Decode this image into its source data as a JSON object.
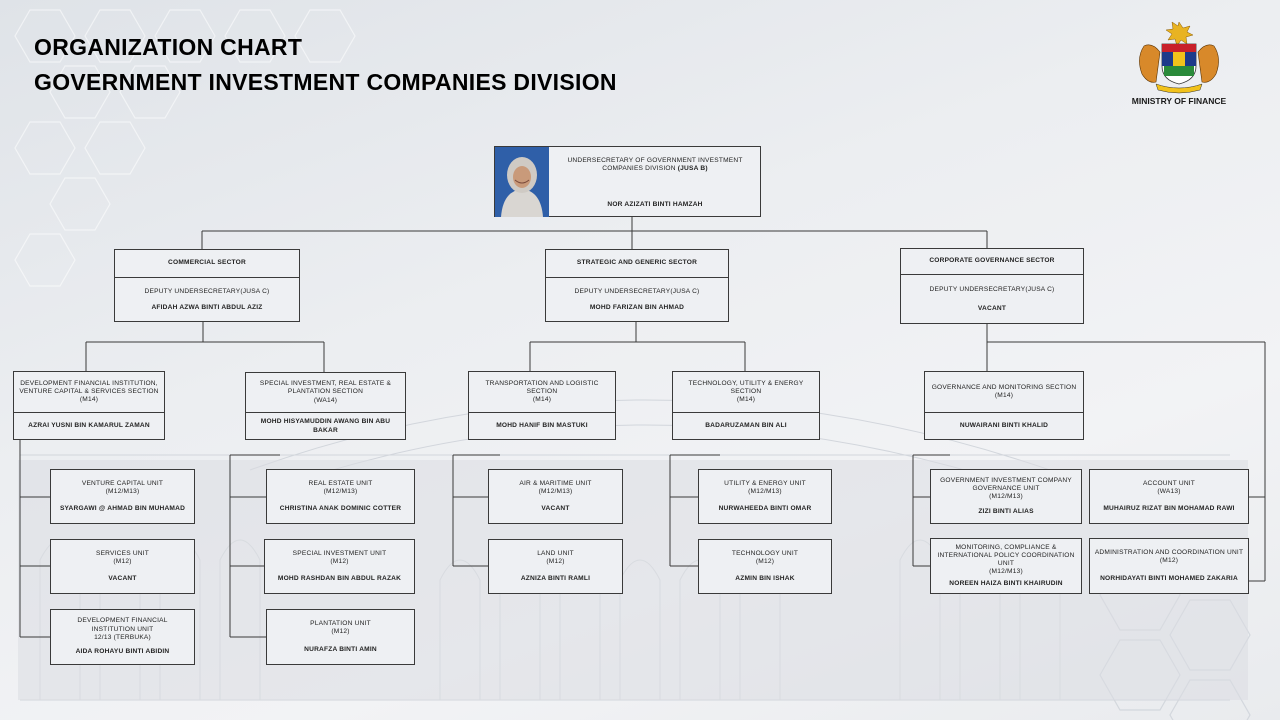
{
  "header": {
    "title_line1": "ORGANIZATION CHART",
    "title_line2": "GOVERNMENT INVESTMENT COMPANIES DIVISION",
    "ministry": "MINISTRY OF FINANCE"
  },
  "colors": {
    "box_border": "#3a3a3a",
    "box_fill": "#eef0f3",
    "photo_bg": "#2f5fa8"
  },
  "top": {
    "title": "UNDERSECRETARY OF GOVERNMENT INVESTMENT COMPANIES DIVISION",
    "grade": "(JUSA B)",
    "holder": "NOR AZIZATI BINTI HAMZAH"
  },
  "sectors": {
    "commercial": {
      "name": "COMMERCIAL SECTOR",
      "role": "DEPUTY UNDERSECRETARY",
      "grade": "(JUSA C)",
      "holder": "AFIDAH AZWA BINTI ABDUL AZIZ"
    },
    "strategic": {
      "name": "STRATEGIC AND GENERIC SECTOR",
      "role": "DEPUTY UNDERSECRETARY",
      "grade": "(JUSA C)",
      "holder": "MOHD FARIZAN BIN AHMAD"
    },
    "corporate": {
      "name": "CORPORATE GOVERNANCE SECTOR",
      "role": "DEPUTY UNDERSECRETARY",
      "grade": "(JUSA C)",
      "holder": "VACANT"
    }
  },
  "sections": {
    "dfi": {
      "title": "DEVELOPMENT FINANCIAL INSTITUTION, VENTURE CAPITAL & SERVICES SECTION",
      "grade": "(M14)",
      "holder": "AZRAI YUSNI BIN KAMARUL ZAMAN"
    },
    "special": {
      "title": "SPECIAL INVESTMENT, REAL ESTATE & PLANTATION SECTION",
      "grade": "(WA14)",
      "holder": "MOHD HISYAMUDDIN AWANG BIN ABU BAKAR"
    },
    "transport": {
      "title": "TRANSPORTATION AND LOGISTIC SECTION",
      "grade": "(M14)",
      "holder": "MOHD HANIF BIN MASTUKI"
    },
    "technology": {
      "title": "TECHNOLOGY, UTILITY & ENERGY SECTION",
      "grade": "(M14)",
      "holder": "BADARUZAMAN BIN ALI"
    },
    "governance": {
      "title": "GOVERNANCE AND MONITORING SECTION",
      "grade": "(M14)",
      "holder": "NUWAIRANI BINTI KHALID"
    }
  },
  "units": {
    "venture": {
      "title": "VENTURE CAPITAL UNIT",
      "grade": "(M12/M13)",
      "holder": "SYARGAWI @ AHMAD BIN MUHAMAD"
    },
    "services": {
      "title": "SERVICES UNIT",
      "grade": "(M12)",
      "holder": "VACANT"
    },
    "dfi_unit": {
      "title": "DEVELOPMENT FINANCIAL INSTITUTION UNIT",
      "grade": "12/13 (TERBUKA)",
      "holder": "AIDA ROHAYU BINTI ABIDIN"
    },
    "real_estate": {
      "title": "REAL ESTATE UNIT",
      "grade": "(M12/M13)",
      "holder": "CHRISTINA ANAK DOMINIC COTTER"
    },
    "special_inv": {
      "title": "SPECIAL INVESTMENT UNIT",
      "grade": "(M12)",
      "holder": "MOHD RASHDAN BIN ABDUL RAZAK"
    },
    "plantation": {
      "title": "PLANTATION UNIT",
      "grade": "(M12)",
      "holder": "NURAFZA BINTI AMIN"
    },
    "air": {
      "title": "AIR & MARITIME UNIT",
      "grade": "(M12/M13)",
      "holder": "VACANT"
    },
    "land": {
      "title": "LAND UNIT",
      "grade": "(M12)",
      "holder": "AZNIZA BINTI RAMLI"
    },
    "utility": {
      "title": "UTILITY & ENERGY UNIT",
      "grade": "(M12/M13)",
      "holder": "NURWAHEEDA BINTI OMAR"
    },
    "tech_unit": {
      "title": "TECHNOLOGY UNIT",
      "grade": "(M12)",
      "holder": "AZMIN BIN ISHAK"
    },
    "gic_gov": {
      "title": "GOVERNMENT INVESTMENT COMPANY GOVERNANCE UNIT",
      "grade": "(M12/M13)",
      "holder": "ZIZI BINTI ALIAS"
    },
    "monitoring": {
      "title": "MONITORING, COMPLIANCE & INTERNATIONAL POLICY COORDINATION UNIT",
      "grade": "(M12/M13)",
      "holder": "NOREEN HAIZA BINTI KHAIRUDIN"
    },
    "account": {
      "title": "ACCOUNT UNIT",
      "grade": "(WA13)",
      "holder": "MUHAIRUZ RIZAT BIN MOHAMAD RAWI"
    },
    "admin": {
      "title": "ADMINISTRATION AND COORDINATION UNIT",
      "grade": "(M12)",
      "holder": "NORHIDAYATI BINTI MOHAMED ZAKARIA"
    }
  }
}
